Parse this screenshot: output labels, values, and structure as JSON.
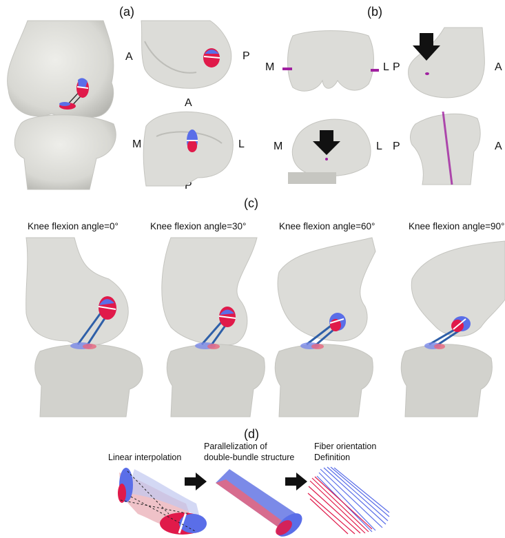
{
  "panels": {
    "a": "(a)",
    "b": "(b)",
    "c": "(c)",
    "d": "(d)"
  },
  "panel_a": {
    "front_label": "A",
    "side_label": "P",
    "bottom_top": "A",
    "bottom_left": "M",
    "bottom_right": "L",
    "bottom_bottom": "P"
  },
  "panel_b": {
    "tl_left": "M",
    "tl_right": "L",
    "tr_left": "P",
    "tr_right": "A",
    "bl_left": "M",
    "bl_right": "L",
    "br_left": "P",
    "br_right": "A"
  },
  "panel_c": {
    "angles": [
      "Knee flexion angle=0°",
      "Knee flexion angle=30°",
      "Knee flexion angle=60°",
      "Knee flexion angle=90°"
    ]
  },
  "panel_d": {
    "step1": "Linear interpolation",
    "step2_line1": "Parallelization of",
    "step2_line2": "double-bundle structure",
    "step3_line1": "Fiber orientation",
    "step3_line2": "Definition"
  },
  "colors": {
    "bone": "#dcdcd8",
    "bone_shadow": "#b9b9b4",
    "bundle_blue": "#5a6ee8",
    "bundle_red": "#e01a4a",
    "marker_purple": "#a020a0",
    "arrow": "#111111"
  }
}
